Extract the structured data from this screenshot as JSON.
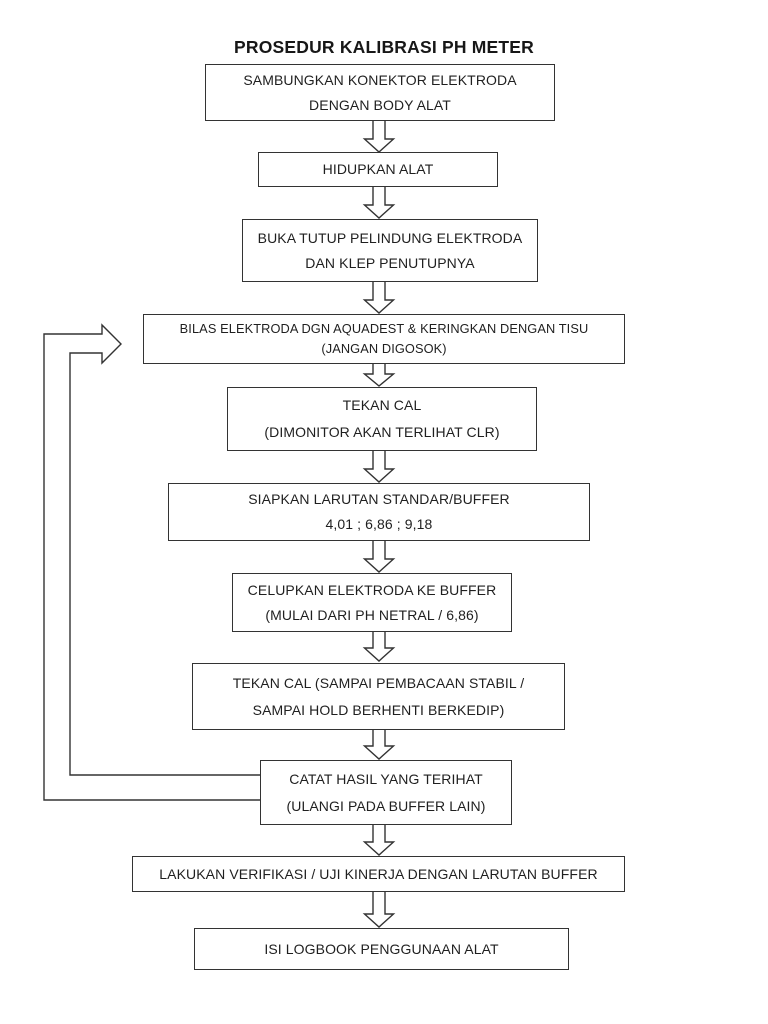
{
  "title": "PROSEDUR KALIBRASI PH METER",
  "colors": {
    "background": "#ffffff",
    "box_border": "#333333",
    "text": "#1f1f1f"
  },
  "flowchart": {
    "steps": [
      {
        "id": "step-1",
        "lines": [
          "SAMBUNGKAN KONEKTOR ELEKTRODA",
          "DENGAN BODY ALAT"
        ]
      },
      {
        "id": "step-2",
        "lines": [
          "HIDUPKAN ALAT"
        ]
      },
      {
        "id": "step-3",
        "lines": [
          "BUKA TUTUP PELINDUNG ELEKTRODA",
          "DAN KLEP PENUTUPNYA"
        ]
      },
      {
        "id": "step-4",
        "lines": [
          "BILAS ELEKTRODA DGN AQUADEST & KERINGKAN DENGAN TISU",
          "(JANGAN DIGOSOK)"
        ]
      },
      {
        "id": "step-5",
        "lines": [
          "TEKAN CAL",
          "(DIMONITOR AKAN TERLIHAT CLR)"
        ]
      },
      {
        "id": "step-6",
        "lines": [
          "SIAPKAN LARUTAN STANDAR/BUFFER",
          "4,01 ; 6,86 ; 9,18"
        ]
      },
      {
        "id": "step-7",
        "lines": [
          "CELUPKAN ELEKTRODA KE BUFFER",
          "(MULAI DARI PH NETRAL / 6,86)"
        ]
      },
      {
        "id": "step-8",
        "lines": [
          "TEKAN CAL (SAMPAI PEMBACAAN STABIL /",
          "SAMPAI HOLD BERHENTI BERKEDIP)"
        ]
      },
      {
        "id": "step-9",
        "lines": [
          "CATAT HASIL YANG TERIHAT",
          "(ULANGI PADA BUFFER LAIN)"
        ]
      },
      {
        "id": "step-10",
        "lines": [
          "LAKUKAN VERIFIKASI / UJI KINERJA DENGAN LARUTAN BUFFER"
        ]
      },
      {
        "id": "step-11",
        "lines": [
          "ISI LOGBOOK PENGGUNAAN ALAT"
        ]
      }
    ],
    "loop_arrow": {
      "from": "step-9",
      "to": "step-4"
    }
  }
}
